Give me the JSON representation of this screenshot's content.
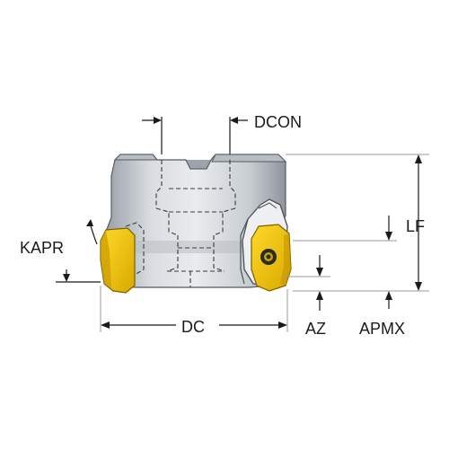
{
  "diagram": {
    "labels": {
      "dcon": "DCON",
      "kapr": "KAPR",
      "lf": "LF",
      "dc": "DC",
      "az": "AZ",
      "apmx": "APMX"
    },
    "colors": {
      "body_light": "#e4e7ea",
      "body_mid": "#c3c8cd",
      "body_dark": "#8d949b",
      "insert": "#f2c500",
      "insert_shadow": "#c79b00",
      "outline": "#2a2a2a"
    }
  }
}
